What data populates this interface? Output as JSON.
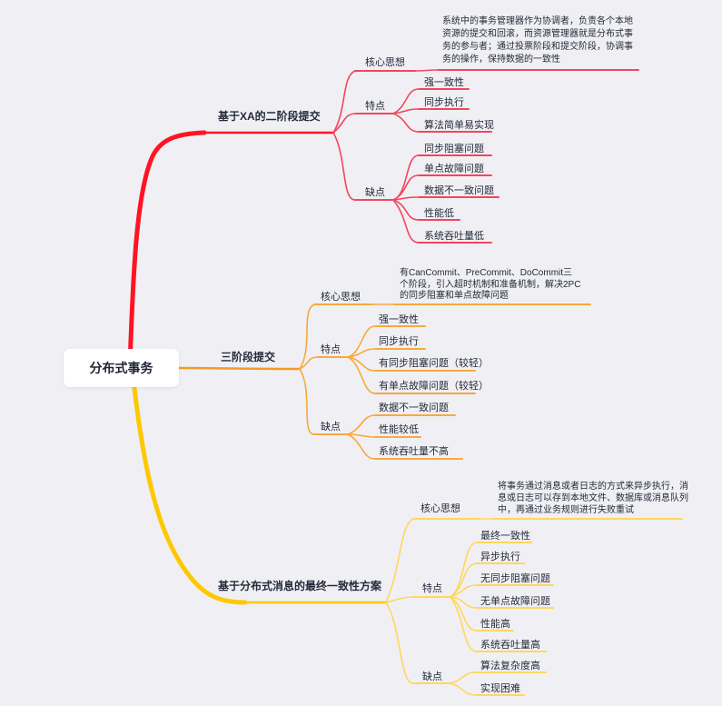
{
  "root": {
    "label": "分布式事务"
  },
  "colors": {
    "background": "#f0f0f4",
    "text": "#242a3a",
    "branch1_trunk": "#fe1424",
    "branch1_child": "#f4455c",
    "branch2_trunk": "#f59a23",
    "branch2_child": "#f9a83c",
    "branch3_trunk": "#fec800",
    "branch3_child": "#fed75e"
  },
  "branches": [
    {
      "label": "基于XA的二阶段提交",
      "core": {
        "label": "核心思想",
        "note": "系统中的事务管理器作为协调者，负责各个本地资源的提交和回滚，而资源管理器就是分布式事务的参与者；通过投票阶段和提交阶段，协调事务的操作，保持数据的一致性"
      },
      "features": {
        "label": "特点",
        "items": [
          "强一致性",
          "同步执行",
          "算法简单易实现"
        ]
      },
      "drawbacks": {
        "label": "缺点",
        "items": [
          "同步阻塞问题",
          "单点故障问题",
          "数据不一致问题",
          "性能低",
          "系统吞吐量低"
        ]
      }
    },
    {
      "label": "三阶段提交",
      "core": {
        "label": "核心思想",
        "note": "有CanCommit、PreCommit、DoCommit三个阶段，引入超时机制和准备机制，解决2PC的同步阻塞和单点故障问题"
      },
      "features": {
        "label": "特点",
        "items": [
          "强一致性",
          "同步执行",
          "有同步阻塞问题（较轻）",
          "有单点故障问题（较轻）"
        ]
      },
      "drawbacks": {
        "label": "缺点",
        "items": [
          "数据不一致问题",
          "性能较低",
          "系统吞吐量不高"
        ]
      }
    },
    {
      "label": "基于分布式消息的最终一致性方案",
      "core": {
        "label": "核心思想",
        "note": "将事务通过消息或者日志的方式来异步执行，消息或日志可以存到本地文件、数据库或消息队列中，再通过业务规则进行失败重试"
      },
      "features": {
        "label": "特点",
        "items": [
          "最终一致性",
          "异步执行",
          "无同步阻塞问题",
          "无单点故障问题",
          "性能高",
          "系统吞吐量高"
        ]
      },
      "drawbacks": {
        "label": "缺点",
        "items": [
          "算法复杂度高",
          "实现困难"
        ]
      }
    }
  ]
}
